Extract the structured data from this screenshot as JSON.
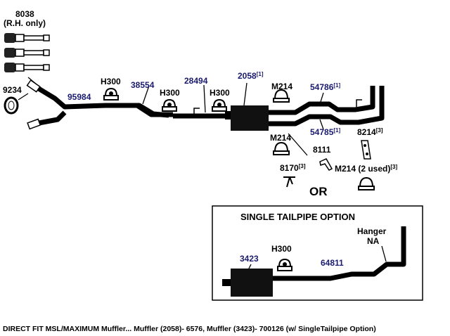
{
  "labels": {
    "p8038": "8038",
    "rh_only": "(R.H. only)",
    "p9234": "9234",
    "p95984": "95984",
    "h300_a": "H300",
    "p38554": "38554",
    "h300_b": "H300",
    "p28494": "28494",
    "h300_c": "H300",
    "p2058": "2058",
    "p2058_ref": "[1]",
    "m214_a": "M214",
    "p54786": "54786",
    "p54786_ref": "[1]",
    "p54785": "54785",
    "p54785_ref": "[1]",
    "p8214": "8214",
    "p8214_ref": "[3]",
    "m214_b": "M214",
    "p8111": "8111",
    "p8170": "8170",
    "p8170_ref": "[3]",
    "m214_c": "M214 (2 used)",
    "m214_c_ref": "[3]",
    "or": "OR"
  },
  "single_option": {
    "title": "SINGLE TAILPIPE OPTION",
    "hanger_1": "Hanger",
    "hanger_2": "NA",
    "p3423": "3423",
    "h300": "H300",
    "p64811": "64811"
  },
  "caption": "DIRECT FIT MSL/MAXIMUM Muffler... Muffler (2058)- 6576, Muffler (3423)- 700126 (w/ SingleTailpipe Option)",
  "colors": {
    "part_number": "#1a1a6e",
    "line": "#000000"
  }
}
